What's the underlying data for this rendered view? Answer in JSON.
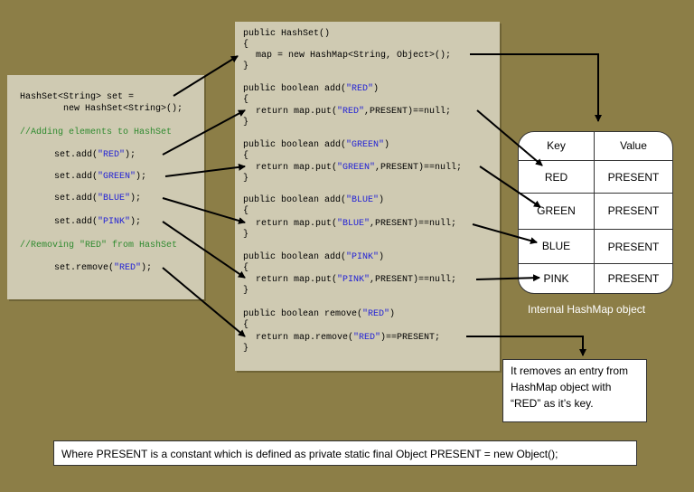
{
  "left_code": {
    "decl1": "HashSet<String> set =",
    "decl2_kw": "new",
    "decl2_rest": " HashSet<String>();",
    "comment_add": "//Adding elements to HashSet",
    "add_prefix": "set.add(",
    "add_suffix": ");",
    "items": [
      "\"RED\"",
      "\"GREEN\"",
      "\"BLUE\"",
      "\"PINK\""
    ],
    "comment_remove": "//Removing \"RED\" from HashSet",
    "remove_prefix": "set.remove(",
    "remove_arg": "\"RED\"",
    "remove_suffix": ");"
  },
  "right_code": {
    "ctor_sig": "public HashSet()",
    "open_brace": "{",
    "close_brace": "}",
    "ctor_body": "map = new HashMap<String, Object>();",
    "add_sig_prefix": "public boolean add(",
    "add_sig_suffix": ")",
    "return_prefix": "return map.put(",
    "return_suffix": ",PRESENT)==null;",
    "remove_sig_prefix": "public boolean remove(",
    "remove_sig_suffix": ")",
    "remove_return_prefix": "return map.remove(",
    "remove_return_suffix": ")==PRESENT;"
  },
  "map_table": {
    "header_key": "Key",
    "header_value": "Value",
    "rows": [
      {
        "key": "RED",
        "value": "PRESENT"
      },
      {
        "key": "GREEN",
        "value": "PRESENT"
      },
      {
        "key": "BLUE",
        "value": "PRESENT"
      },
      {
        "key": "PINK",
        "value": "PRESENT"
      }
    ],
    "caption": "Internal HashMap object"
  },
  "note": "It removes an entry from HashMap object with “RED” as it’s key.",
  "footer": "Where PRESENT is a constant which is defined as private static final Object PRESENT = new Object();"
}
